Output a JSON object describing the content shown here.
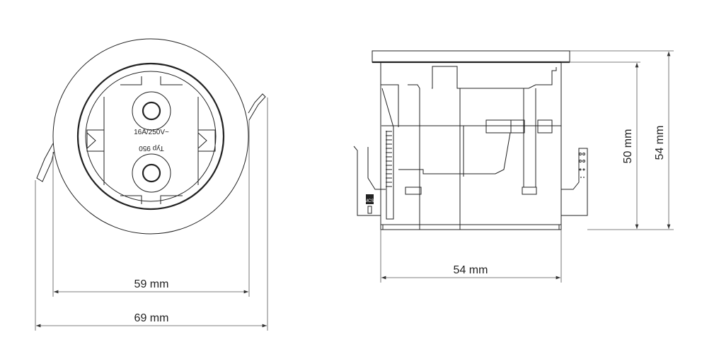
{
  "front_view": {
    "rating_label": "16A/250V~",
    "type_label": "Typ 950",
    "dim_inner": "59 mm",
    "dim_outer": "69 mm"
  },
  "side_view": {
    "dim_width": "54 mm",
    "dim_body_height": "50 mm",
    "dim_total_height": "54 mm",
    "clip_marking": "MCSI"
  }
}
